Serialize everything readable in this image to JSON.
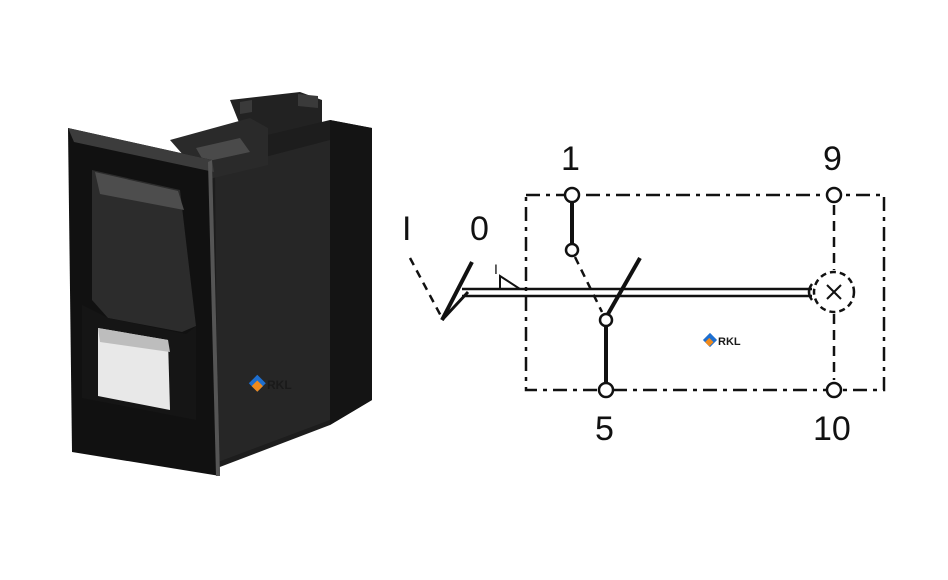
{
  "photo": {
    "logo_text": "RKL"
  },
  "diagram": {
    "position_labels": {
      "off": "0",
      "on": "I"
    },
    "actuator_mark": "I",
    "pins": {
      "p1": "1",
      "p9": "9",
      "p5": "5",
      "p10": "10"
    },
    "logo_text": "RKL"
  },
  "colors": {
    "line": "#111111",
    "switch_body": "#1b1b1b",
    "logo_orange": "#f08a1c",
    "logo_blue": "#1e6fd0"
  }
}
